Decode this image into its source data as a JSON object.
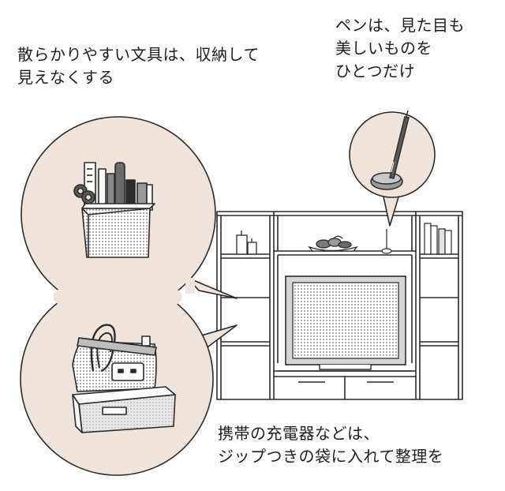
{
  "captions": {
    "top_left": "散らかりやすい文具は、収納して\n見えなくする",
    "top_right": "ペンは、見た目も\n美しいものを\nひとつだけ",
    "bottom": "携帯の充電器などは、\nジップつきの袋に入れて整理を"
  },
  "colors": {
    "bubble_fill": "#f0e4da",
    "line": "#2b2b2b",
    "screen_fill": "#d6d6d6",
    "bag_stripe": "#bdbdbd"
  },
  "icons": [
    "stationery-cup-icon",
    "pen-stand-icon",
    "charger-bag-icon",
    "storage-box-icon",
    "tv-cabinet-icon",
    "fruit-bowl-icon",
    "candles-icon",
    "books-icon"
  ]
}
